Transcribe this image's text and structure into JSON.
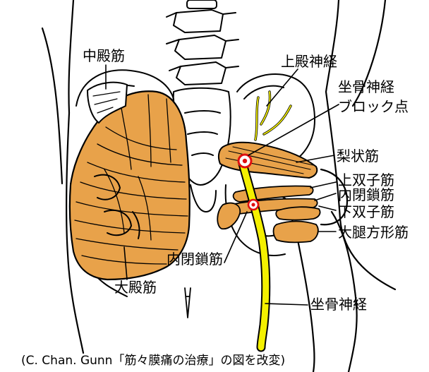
{
  "labels": {
    "gluteus_medius": "中殿筋",
    "superior_gluteal_nerve": "上殿神経",
    "sciatic_block_line1": "坐骨神経",
    "sciatic_block_line2": "ブロック点",
    "piriformis": "梨状筋",
    "superior_gemellus": "上双子筋",
    "obturator_internus_right": "内閉鎖筋",
    "inferior_gemellus": "下双子筋",
    "quadratus_femoris": "大腿方形筋",
    "obturator_internus_left": "内閉鎖筋",
    "gluteus_maximus": "大殿筋",
    "sciatic_nerve": "坐骨神経"
  },
  "caption": "(C. Chan. Gunn「筋々膜痛の治療」の図を改変)",
  "colors": {
    "muscle": "#e8a24a",
    "muscle_dark": "#c97a22",
    "nerve": "#f4f000",
    "target_ring": "#e01010",
    "ink": "#000000"
  }
}
